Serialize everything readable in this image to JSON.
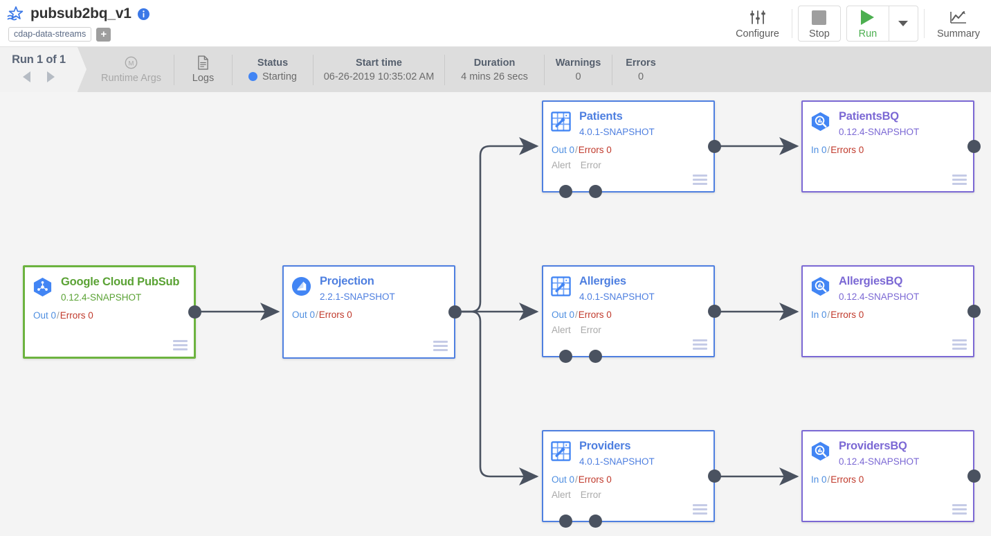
{
  "header": {
    "pipeline_icon": "pipeline-star-icon",
    "title": "pubsub2bq_v1",
    "info_icon": "info-icon",
    "tags": [
      "cdap-data-streams"
    ],
    "add_tag_label": "+",
    "actions": [
      {
        "name": "configure",
        "label": "Configure",
        "icon": "sliders-icon"
      },
      {
        "name": "stop",
        "label": "Stop",
        "icon": "stop-square-icon"
      },
      {
        "name": "run",
        "label": "Run",
        "icon": "play-triangle-icon"
      },
      {
        "name": "run-dropdown",
        "label": "",
        "icon": "chevron-down-icon"
      },
      {
        "name": "summary",
        "label": "Summary",
        "icon": "trend-chart-icon"
      }
    ]
  },
  "runbar": {
    "run_label": "Run 1 of 1",
    "prev_icon": "caret-left-icon",
    "next_icon": "caret-right-icon",
    "stats": [
      {
        "name": "runtime-args",
        "header": "",
        "value": "Runtime Args",
        "icon": "macro-m-icon",
        "muted": true
      },
      {
        "name": "logs",
        "header": "",
        "value": "Logs",
        "icon": "document-icon",
        "muted": false
      },
      {
        "name": "status",
        "header": "Status",
        "value": "Starting",
        "status_color": "#4285f4"
      },
      {
        "name": "start-time",
        "header": "Start time",
        "value": "06-26-2019 10:35:02 AM"
      },
      {
        "name": "duration",
        "header": "Duration",
        "value": "4 mins 26 secs"
      },
      {
        "name": "warnings",
        "header": "Warnings",
        "value": "0"
      },
      {
        "name": "errors",
        "header": "Errors",
        "value": "0"
      }
    ]
  },
  "canvas": {
    "background": "#f4f4f4",
    "edge_color": "#4a5260",
    "nodes": [
      {
        "id": "pubsub",
        "name": "Google Cloud PubSub",
        "version": "0.12.4-SNAPSHOT",
        "kind": "source",
        "icon": "google-pubsub-hexagon-icon",
        "metrics_prefix": "Out 0",
        "metrics_errors": "Errors 0",
        "ports": [],
        "accent": "#6cb33f"
      },
      {
        "id": "projection",
        "name": "Projection",
        "version": "2.2.1-SNAPSHOT",
        "kind": "transform",
        "icon": "projection-circle-icon",
        "metrics_prefix": "Out 0",
        "metrics_errors": "Errors 0",
        "ports": [],
        "accent": "#4e7fe0"
      },
      {
        "id": "patients",
        "name": "Patients",
        "version": "4.0.1-SNAPSHOT",
        "kind": "transform",
        "icon": "wrangler-magic-wand-icon",
        "metrics_prefix": "Out 0",
        "metrics_errors": "Errors 0",
        "ports": [
          "Alert",
          "Error"
        ],
        "accent": "#4e7fe0"
      },
      {
        "id": "allergies",
        "name": "Allergies",
        "version": "4.0.1-SNAPSHOT",
        "kind": "transform",
        "icon": "wrangler-magic-wand-icon",
        "metrics_prefix": "Out 0",
        "metrics_errors": "Errors 0",
        "ports": [
          "Alert",
          "Error"
        ],
        "accent": "#4e7fe0"
      },
      {
        "id": "providers",
        "name": "Providers",
        "version": "4.0.1-SNAPSHOT",
        "kind": "transform",
        "icon": "wrangler-magic-wand-icon",
        "metrics_prefix": "Out 0",
        "metrics_errors": "Errors 0",
        "ports": [
          "Alert",
          "Error"
        ],
        "accent": "#4e7fe0"
      },
      {
        "id": "patientsbq",
        "name": "PatientsBQ",
        "version": "0.12.4-SNAPSHOT",
        "kind": "sink",
        "icon": "bigquery-hexagon-icon",
        "metrics_prefix": "In 0",
        "metrics_errors": "Errors 0",
        "ports": [],
        "accent": "#7b68d4"
      },
      {
        "id": "allergiesbq",
        "name": "AllergiesBQ",
        "version": "0.12.4-SNAPSHOT",
        "kind": "sink",
        "icon": "bigquery-hexagon-icon",
        "metrics_prefix": "In 0",
        "metrics_errors": "Errors 0",
        "ports": [],
        "accent": "#7b68d4"
      },
      {
        "id": "providersbq",
        "name": "ProvidersBQ",
        "version": "0.12.4-SNAPSHOT",
        "kind": "sink",
        "icon": "bigquery-hexagon-icon",
        "metrics_prefix": "In 0",
        "metrics_errors": "Errors 0",
        "ports": [],
        "accent": "#7b68d4"
      }
    ],
    "slash": "/",
    "menu_icon": "hamburger-menu-icon"
  }
}
